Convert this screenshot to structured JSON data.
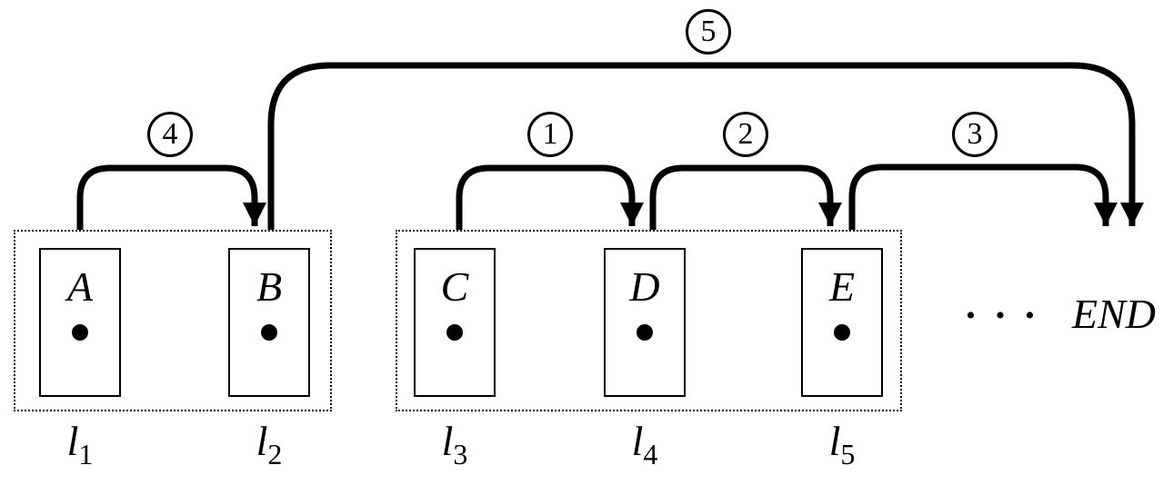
{
  "diagram": {
    "groups": [
      {
        "name": "group-1",
        "cells": [
          {
            "letter": "A",
            "label_base": "l",
            "label_sub": "1"
          },
          {
            "letter": "B",
            "label_base": "l",
            "label_sub": "2"
          }
        ]
      },
      {
        "name": "group-2",
        "cells": [
          {
            "letter": "C",
            "label_base": "l",
            "label_sub": "3"
          },
          {
            "letter": "D",
            "label_base": "l",
            "label_sub": "4"
          },
          {
            "letter": "E",
            "label_base": "l",
            "label_sub": "5"
          }
        ]
      }
    ],
    "arrows": [
      {
        "label": "1",
        "from": "C",
        "to": "D"
      },
      {
        "label": "2",
        "from": "D",
        "to": "E"
      },
      {
        "label": "3",
        "from": "E",
        "to": "END"
      },
      {
        "label": "4",
        "from": "A",
        "to": "B"
      },
      {
        "label": "5",
        "from": "B",
        "to": "END"
      }
    ],
    "ellipsis": "•••",
    "end_label": "END",
    "colors": {
      "stroke": "#000000",
      "background": "#ffffff"
    }
  }
}
